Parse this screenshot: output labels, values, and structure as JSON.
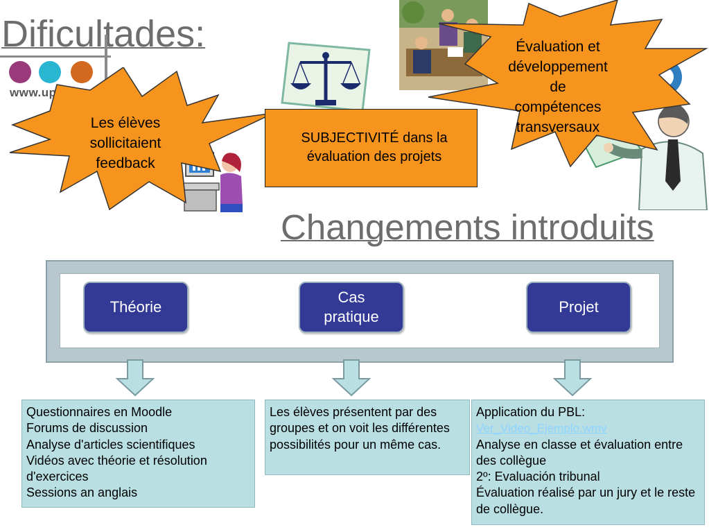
{
  "slide": {
    "title": "Dificultades:",
    "logo_url": "www.upc.edu",
    "logo_colors": [
      "#9b3a7a",
      "#29b6d1",
      "#d2691e"
    ],
    "burst_left": [
      "Les élèves",
      "sollicitaient",
      "feedback"
    ],
    "burst_right": [
      "Évaluation et",
      "développement",
      "de",
      "compétences",
      "transversaux"
    ],
    "subjectivity": "SUBJECTIVITÉ dans la évaluation des projets",
    "changes_title": "Changements introduits",
    "pills": [
      {
        "label": "Théorie"
      },
      {
        "label": "Cas pratique"
      },
      {
        "label": "Projet"
      }
    ],
    "box_theory": [
      "Questionnaires en Moodle",
      "Forums de discussion",
      "Analyse d'articles scientifiques",
      "Vidéos avec théorie et résolution d'exercices",
      "Sessions an anglais"
    ],
    "box_case": "Les élèves présentent par des groupes et on voit les différentes possibilités pour un même cas.",
    "box_project": {
      "line1": "Application du PBL:",
      "link": "Ver_Video_Ejemplo.wmv",
      "lines": [
        "Analyse en classe et évaluation entre des collègue",
        "2º: Evaluación tribunal",
        "Évaluation réalisé par un jury et le reste de collègue."
      ]
    },
    "accent_orange": "#f7941d",
    "pill_color": "#333a96",
    "box_color": "#b9dfe3"
  }
}
